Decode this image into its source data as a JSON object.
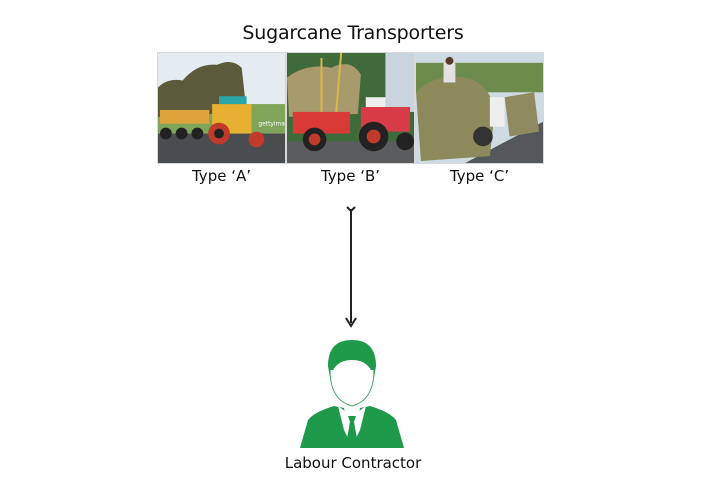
{
  "title": "Sugarcane Transporters",
  "transporters": [
    {
      "label": "Type ‘A’",
      "image": "tractor-with-double-trailer-loaded-with-sugarcane",
      "watermark": "gettyimages"
    },
    {
      "label": "Type ‘B’",
      "image": "red-tractor-with-single-trailer-loaded-with-sugarcane"
    },
    {
      "label": "Type ‘C’",
      "image": "bullock-carts-loaded-with-sugarcane"
    }
  ],
  "connector": {
    "type": "arrow",
    "direction": "down",
    "from": "Sugarcane Transporters",
    "to": "Labour Contractor"
  },
  "node": {
    "label": "Labour Contractor",
    "icon": "businessman-icon",
    "color": "#1f9a4a"
  }
}
